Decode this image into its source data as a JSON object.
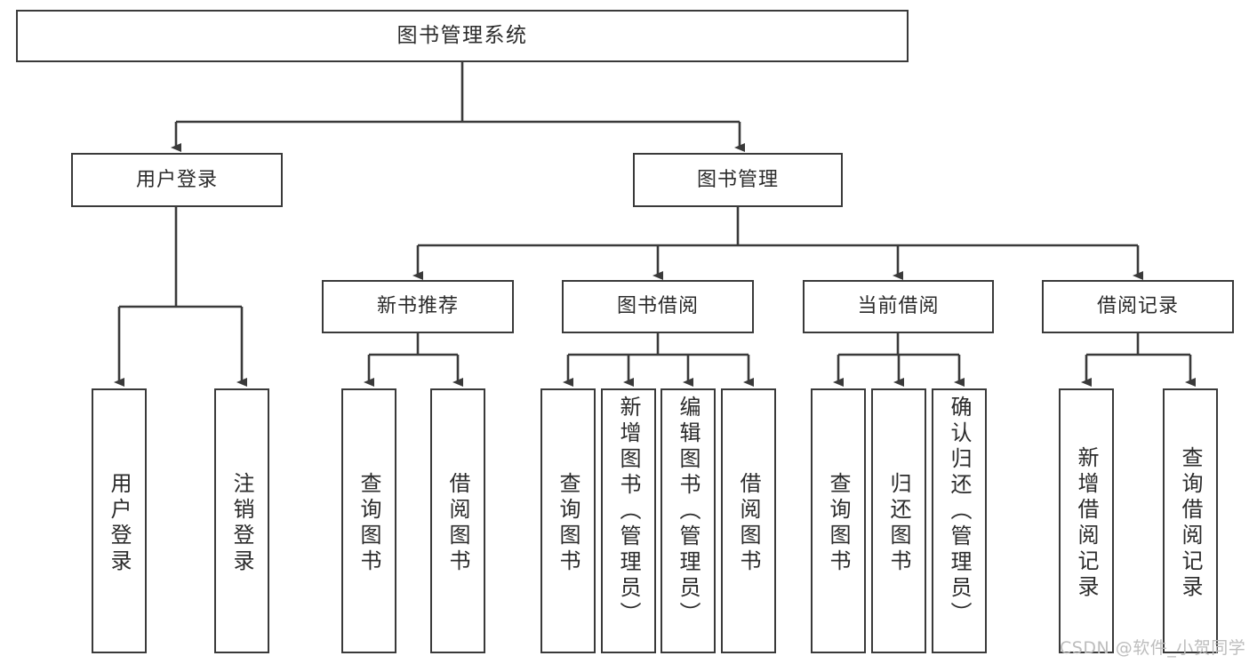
{
  "diagram": {
    "kind": "function-structure-tree",
    "title": "图书管理系统",
    "colors": {
      "box_border": "#3a3a3a",
      "box_fill": "#ffffff",
      "edge": "#3a3a3a",
      "text": "#2b2b2b",
      "watermark": "#bdbdbd",
      "background": "#ffffff"
    },
    "root": {
      "id": "root",
      "label": "图书管理系统",
      "orientation": "horizontal"
    },
    "level2": [
      {
        "id": "user-login",
        "label": "用户登录",
        "orientation": "horizontal"
      },
      {
        "id": "book-manage",
        "label": "图书管理",
        "orientation": "horizontal"
      }
    ],
    "level3": [
      {
        "id": "new-book-recommend",
        "label": "新书推荐",
        "orientation": "horizontal",
        "parent": "book-manage"
      },
      {
        "id": "book-borrow",
        "label": "图书借阅",
        "orientation": "horizontal",
        "parent": "book-manage"
      },
      {
        "id": "current-borrow",
        "label": "当前借阅",
        "orientation": "horizontal",
        "parent": "book-manage"
      },
      {
        "id": "borrow-record",
        "label": "借阅记录",
        "orientation": "horizontal",
        "parent": "book-manage"
      }
    ],
    "leaves": [
      {
        "id": "leaf-user-login",
        "label": "用户登录",
        "orientation": "vertical",
        "parent": "user-login"
      },
      {
        "id": "leaf-logout-login",
        "label": "注销登录",
        "orientation": "vertical",
        "parent": "user-login"
      },
      {
        "id": "leaf-query-book-1",
        "label": "查询图书",
        "orientation": "vertical",
        "parent": "new-book-recommend"
      },
      {
        "id": "leaf-borrow-book-1",
        "label": "借阅图书",
        "orientation": "vertical",
        "parent": "new-book-recommend"
      },
      {
        "id": "leaf-query-book-2",
        "label": "查询图书",
        "orientation": "vertical",
        "parent": "book-borrow"
      },
      {
        "id": "leaf-add-book",
        "label": "新增图书（管理员）",
        "orientation": "vertical",
        "parent": "book-borrow"
      },
      {
        "id": "leaf-edit-book",
        "label": "编辑图书（管理员）",
        "orientation": "vertical",
        "parent": "book-borrow"
      },
      {
        "id": "leaf-borrow-book-2",
        "label": "借阅图书",
        "orientation": "vertical",
        "parent": "book-borrow"
      },
      {
        "id": "leaf-query-book-3",
        "label": "查询图书",
        "orientation": "vertical",
        "parent": "current-borrow"
      },
      {
        "id": "leaf-return-book",
        "label": "归还图书",
        "orientation": "vertical",
        "parent": "current-borrow"
      },
      {
        "id": "leaf-confirm-return",
        "label": "确认归还（管理员）",
        "orientation": "vertical",
        "parent": "current-borrow"
      },
      {
        "id": "leaf-add-record",
        "label": "新增借阅记录",
        "orientation": "vertical",
        "parent": "borrow-record"
      },
      {
        "id": "leaf-query-record",
        "label": "查询借阅记录",
        "orientation": "vertical",
        "parent": "borrow-record"
      }
    ],
    "watermark": "CSDN @软件_小贺同学"
  }
}
